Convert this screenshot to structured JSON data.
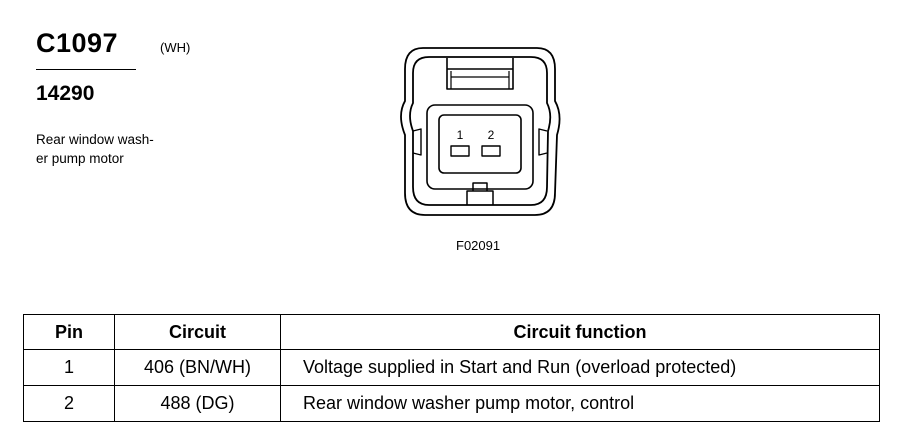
{
  "header": {
    "connector_id": "C1097",
    "color_code": "(WH)",
    "part_number": "14290",
    "description_lines": [
      "Rear window wash-",
      "er pump motor"
    ]
  },
  "figure": {
    "code": "F02091",
    "pin_labels": [
      "1",
      "2"
    ]
  },
  "table": {
    "headers": {
      "pin": "Pin",
      "circuit": "Circuit",
      "function": "Circuit function"
    },
    "rows": [
      {
        "pin": "1",
        "circuit": "406 (BN/WH)",
        "function": "Voltage supplied in Start and Run (overload protected)"
      },
      {
        "pin": "2",
        "circuit": "488 (DG)",
        "function": "Rear window washer pump motor, control"
      }
    ]
  }
}
